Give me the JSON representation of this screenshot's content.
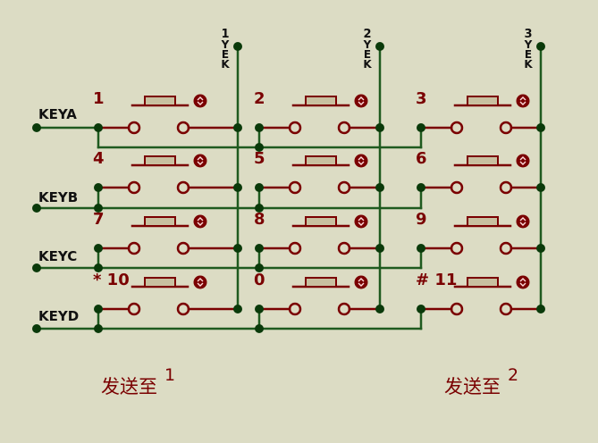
{
  "colors": {
    "background": "#dcdcc4",
    "wire": "#1f5a1f",
    "junction": "#0a3a0a",
    "component": "#7a0000",
    "button_fill": "#c8c0a0",
    "label_dark": "#111111"
  },
  "rows": [
    {
      "net": "KEYA",
      "keys": [
        "1",
        "2",
        "3"
      ]
    },
    {
      "net": "KEYB",
      "keys": [
        "4",
        "5",
        "6"
      ]
    },
    {
      "net": "KEYC",
      "keys": [
        "7",
        "8",
        "9"
      ]
    },
    {
      "net": "KEYD",
      "keys": [
        "* 10",
        "0",
        "# 11"
      ]
    }
  ],
  "columns": [
    {
      "terminal": "1",
      "label": "YEK"
    },
    {
      "terminal": "2",
      "label": "YEK"
    },
    {
      "terminal": "3",
      "label": "YEK"
    }
  ],
  "footer": {
    "send1": "发送至",
    "send1_sup": "1",
    "send2": "发送至",
    "send2_sup": "2"
  }
}
